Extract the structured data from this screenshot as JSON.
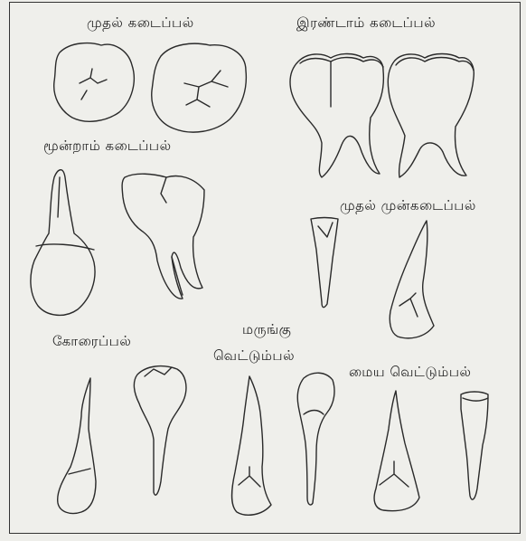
{
  "labels": {
    "first_molar": "முதல் கடைப்பல்",
    "second_molar": "இரண்டாம் கடைப்பல்",
    "third_molar": "மூன்றாம் கடைப்பல்",
    "first_premolar": "முதல் முன்கடைப்பல்",
    "canine": "கோரைப்பல்",
    "lateral_incisor_line1": "மருங்கு",
    "lateral_incisor_line2": "வெட்டும்பல்",
    "central_incisor": "மைய வெட்டும்பல்"
  },
  "colors": {
    "background": "#eeeeea",
    "ink": "#2a2a2a"
  }
}
